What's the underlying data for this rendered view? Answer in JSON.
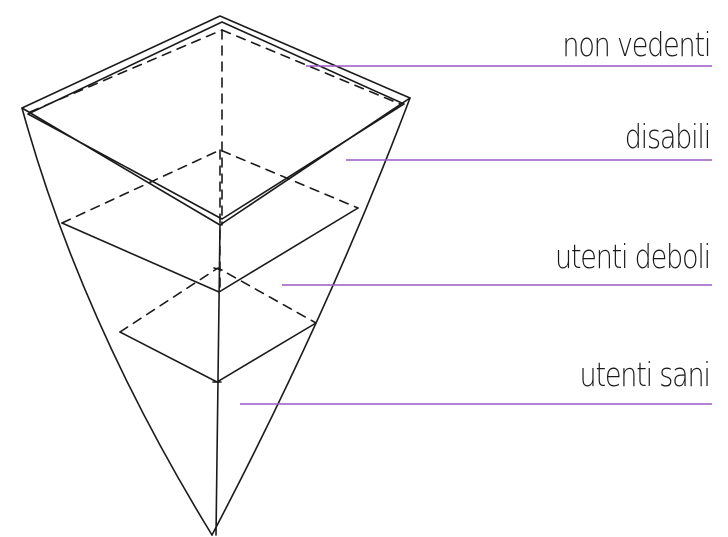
{
  "diagram": {
    "labels": [
      {
        "key": "non-vedenti",
        "text": "non vedenti"
      },
      {
        "key": "disabili",
        "text": "disabili"
      },
      {
        "key": "utenti-deboli",
        "text": "utenti deboli"
      },
      {
        "key": "utenti-sani",
        "text": "utenti sani"
      }
    ],
    "leader_color": "#9b59c6",
    "ink_color": "#1a1a1a"
  }
}
